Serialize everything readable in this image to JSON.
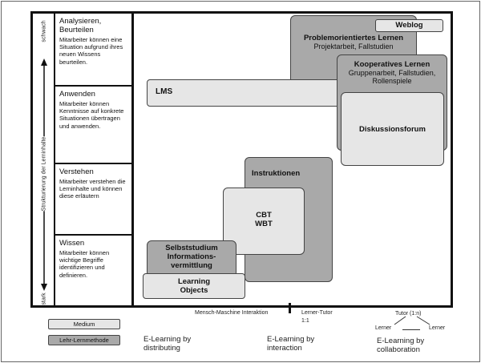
{
  "axis": {
    "top": "schwach",
    "middle": "Strukturierung der Lerninhalte",
    "bottom": "stark"
  },
  "levels": [
    {
      "title": "Analysieren, Beurteilen",
      "desc": "Mitarbeiter können eine Situation aufgrund ihres neuen Wissens beurteilen."
    },
    {
      "title": "Anwenden",
      "desc": "Mitarbeiter können Kenntnisse auf konkrete Situationen übertragen und anwenden."
    },
    {
      "title": "Verstehen",
      "desc": "Mitarbeiter verstehen die Lerninhalte und können diese erläutern"
    },
    {
      "title": "Wissen",
      "desc": "Mitarbeiter können wichtige Begriffe identifizieren und definieren."
    }
  ],
  "boxes": {
    "weblog": "Weblog",
    "problem": {
      "title": "Problemorientiertes Lernen",
      "sub": "Projektarbeit, Fallstudien"
    },
    "lms": "LMS",
    "koop": {
      "title": "Kooperatives Lernen",
      "sub1": "Gruppenarbeit, Fallstudien,",
      "sub2": "Rollenspiele"
    },
    "forum": "Diskussionsforum",
    "instruktionen": "Instruktionen",
    "cbt": {
      "line1": "CBT",
      "line2": "WBT"
    },
    "selbst": {
      "line1": "Selbststudium",
      "line2": "Informations-",
      "line3": "vermittlung"
    },
    "learning": {
      "line1": "Learning",
      "line2": "Objects"
    }
  },
  "xaxis": {
    "mmi": "Mensch-Maschine Interaktion",
    "lt": {
      "line1": "Lerner-Tutor",
      "line2": "1:1"
    },
    "tutor": "Tutor (1:n)",
    "lerner_left": "Lerner",
    "lerner_right": "Lerner"
  },
  "legend": {
    "medium": "Medium",
    "methode": "Lehr-Lernmethode"
  },
  "captions": [
    {
      "line1": "E-Learning by",
      "line2": "distributing"
    },
    {
      "line1": "E-Learning by",
      "line2": "interaction"
    },
    {
      "line1": "E-Learning by",
      "line2": "collaboration"
    }
  ],
  "colors": {
    "medium": "#e6e6e6",
    "methode": "#a9a9a9"
  }
}
